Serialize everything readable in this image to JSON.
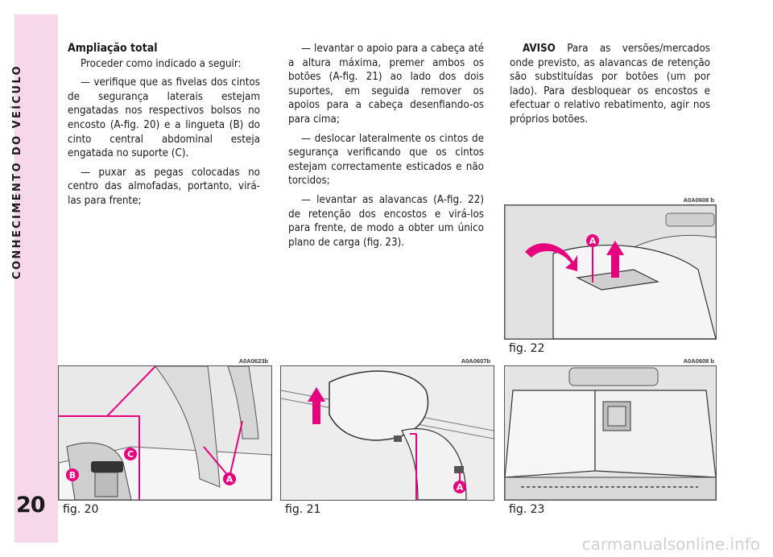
{
  "sidebar": {
    "section_title": "CONHECIMENTO DO VEÍCULO",
    "page_number": "20"
  },
  "column1": {
    "heading": "Ampliação total",
    "intro": "Proceder como indicado a seguir:",
    "p1": "— verifique que as fivelas dos cintos de segurança laterais estejam engatadas nos respectivos bolsos no encosto (A-fig. 20) e a lingueta (B) do cinto central abdominal esteja engatada no suporte (C).",
    "p2": "— puxar as pegas colocadas no centro das almofadas, portanto, virá-las para frente;"
  },
  "column2": {
    "p1": "— levantar o apoio para a cabeça até a altura máxima, premer ambos os botões (A-fig. 21) ao lado dos dois suportes, em seguida remover os apoios para a cabeça desenfiando-os para cima;",
    "p2": "— deslocar lateralmente os cintos de segurança verificando que os cintos estejam correctamente esticados e não torcidos;",
    "p3": "— levantar as alavancas (A-fig. 22) de retenção dos encostos e virá-los para frente, de modo a obter um único plano de carga (fig. 23)."
  },
  "column3": {
    "aviso_label": "AVISO",
    "aviso_text": "Para as versões/mercados onde previsto, as alavancas de retenção são substituídas por botões (um por lado). Para desbloquear os encostos e efectuar o relativo rebatimento, agir nos próprios botões."
  },
  "figures": {
    "fig20": {
      "label": "fig. 20",
      "code": "A0A0623b",
      "callouts": [
        "A",
        "B",
        "C"
      ]
    },
    "fig21": {
      "label": "fig. 21",
      "code": "A0A0607b",
      "callouts": [
        "A"
      ]
    },
    "fig22": {
      "label": "fig. 22",
      "code": "A0A0608 b",
      "callouts": [
        "A"
      ]
    },
    "fig23": {
      "label": "fig. 23",
      "code": "A0A0608 b"
    }
  },
  "watermark": "carmanualsonline.info",
  "colors": {
    "accent": "#e6007e",
    "band": "#f7d8ea"
  }
}
